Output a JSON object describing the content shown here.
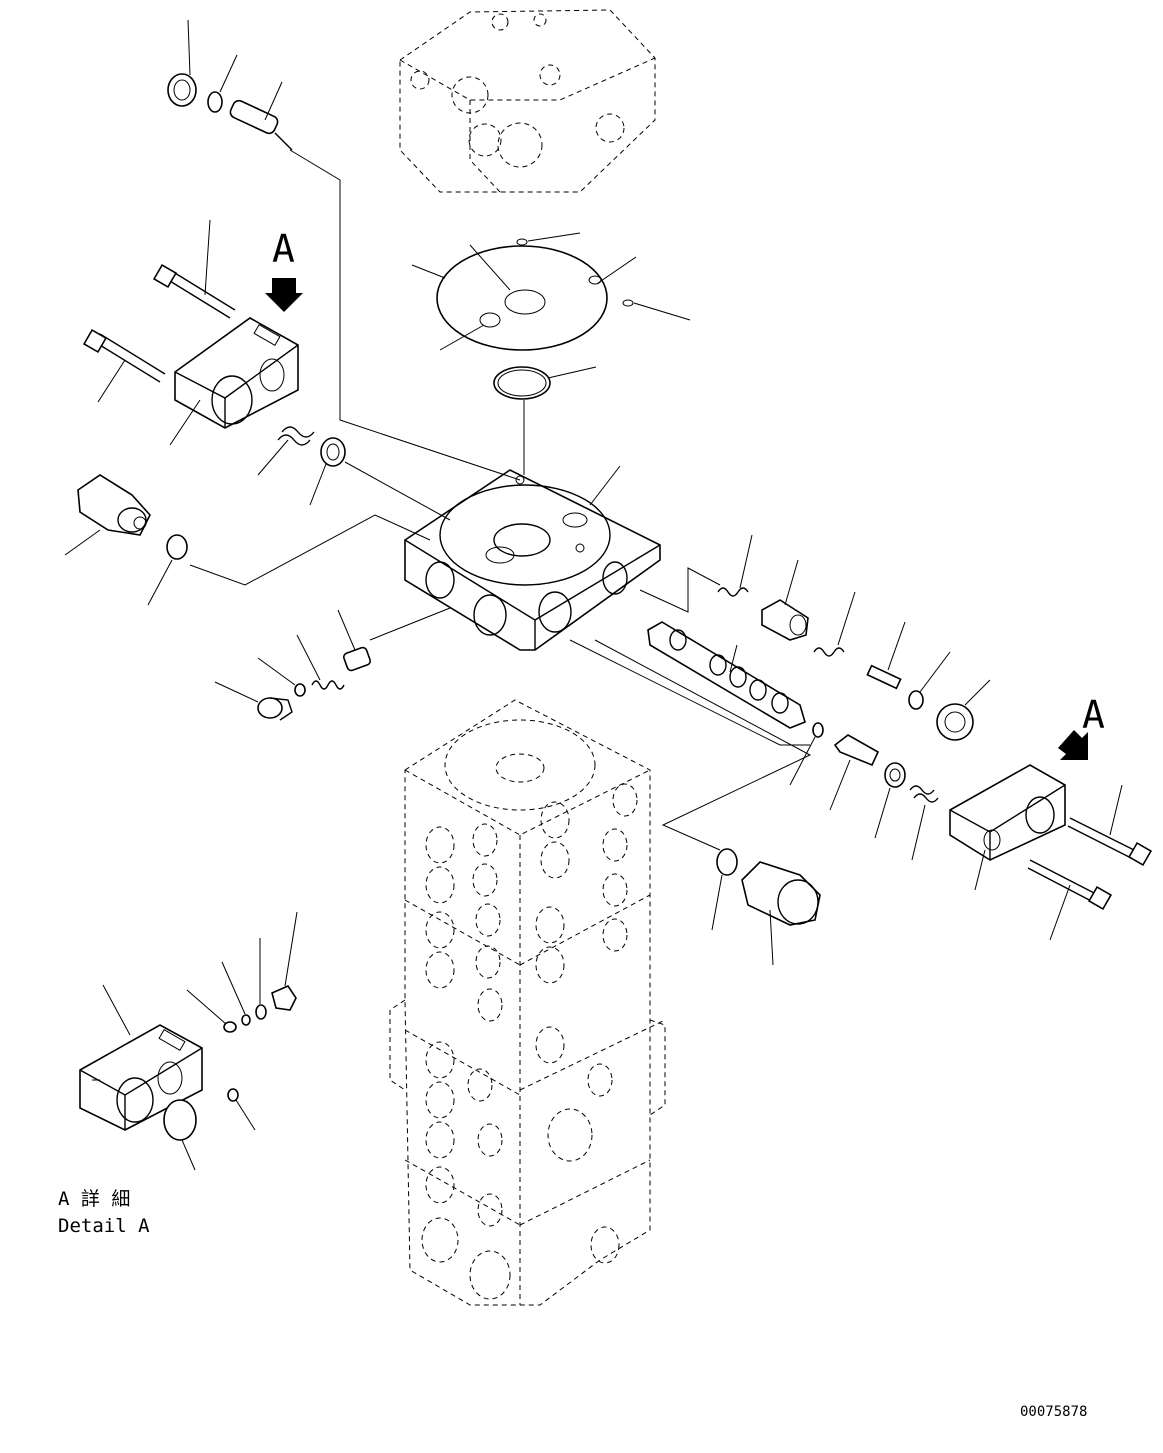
{
  "callouts": {
    "view_label_left": "A",
    "view_label_right": "A"
  },
  "detail": {
    "title_jp": "A 詳 細",
    "title_en": "Detail A"
  },
  "drawing_number": "00075878"
}
